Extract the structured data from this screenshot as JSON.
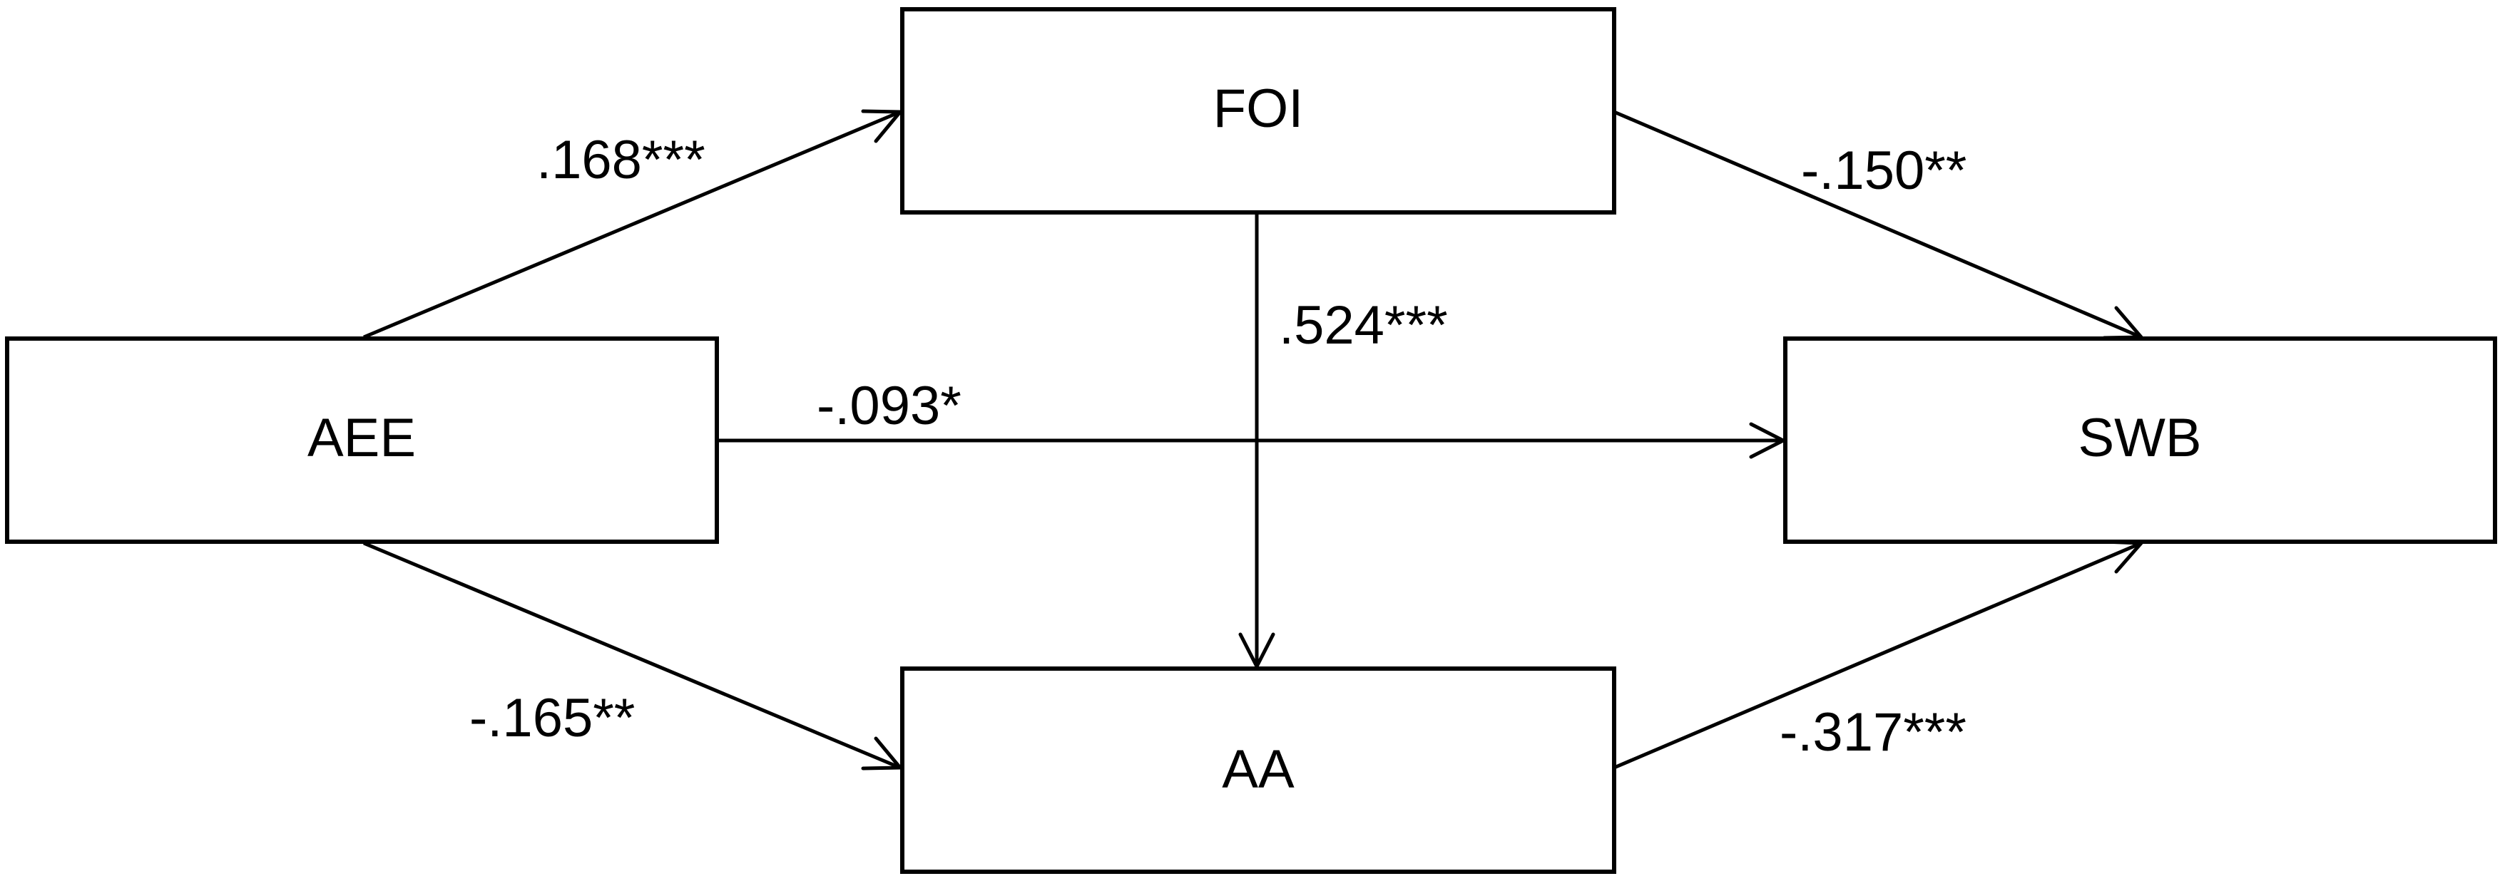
{
  "nodes": {
    "aee": "AEE",
    "foi": "FOI",
    "aa": "AA",
    "swb": "SWB"
  },
  "paths": {
    "aee_foi": ".168***",
    "foi_swb": "-.150**",
    "foi_aa": ".524***",
    "aee_swb": "-.093*",
    "aee_aa": "-.165**",
    "aa_swb": "-.317***"
  }
}
